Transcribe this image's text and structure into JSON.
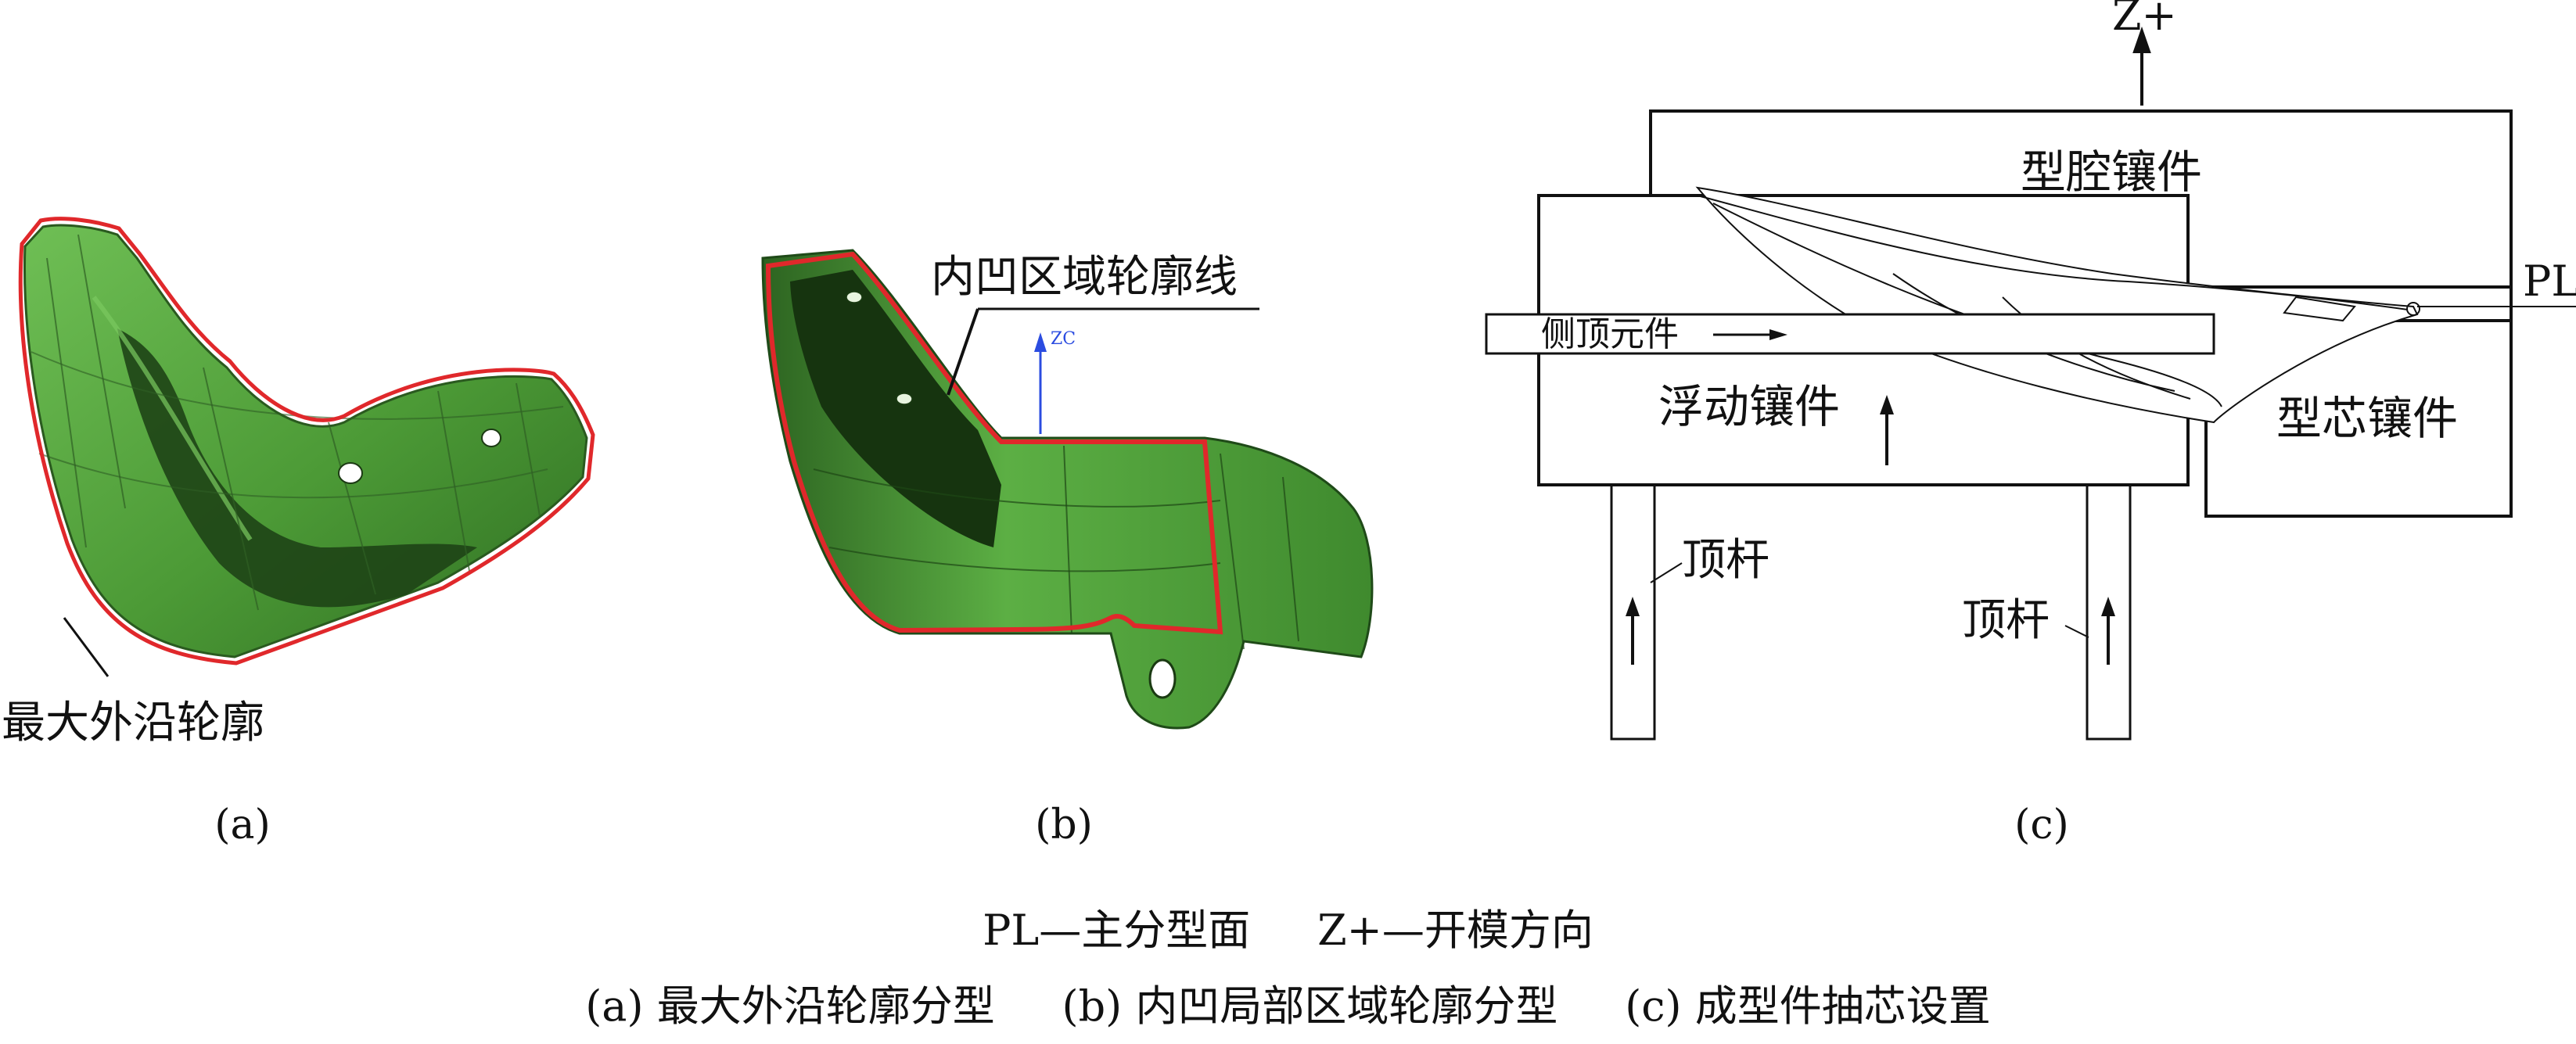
{
  "panels": [
    {
      "id": "a",
      "label": "(a)",
      "annotation": "最大外沿轮廓"
    },
    {
      "id": "b",
      "label": "(b)",
      "annotation": "内凹区域轮廓线",
      "axis_label": "ZC"
    },
    {
      "id": "c",
      "label": "(c)",
      "labels": {
        "z_plus": "Z+",
        "pl": "PL",
        "cavity_insert": "型腔镶件",
        "side_element": "侧顶元件",
        "floating_insert": "浮动镶件",
        "core_insert": "型芯镶件",
        "ejector_left": "顶杆",
        "ejector_right": "顶杆"
      }
    }
  ],
  "legend": "PL—主分型面     Z+—开模方向",
  "subcaptions": "(a) 最大外沿轮廓分型     (b) 内凹局部区域轮廓分型     (c) 成型件抽芯设置",
  "colors": {
    "part_green": "#4f9a3a",
    "part_dark": "#1f4a18",
    "contour_red": "#e0282b",
    "line": "#111111"
  }
}
